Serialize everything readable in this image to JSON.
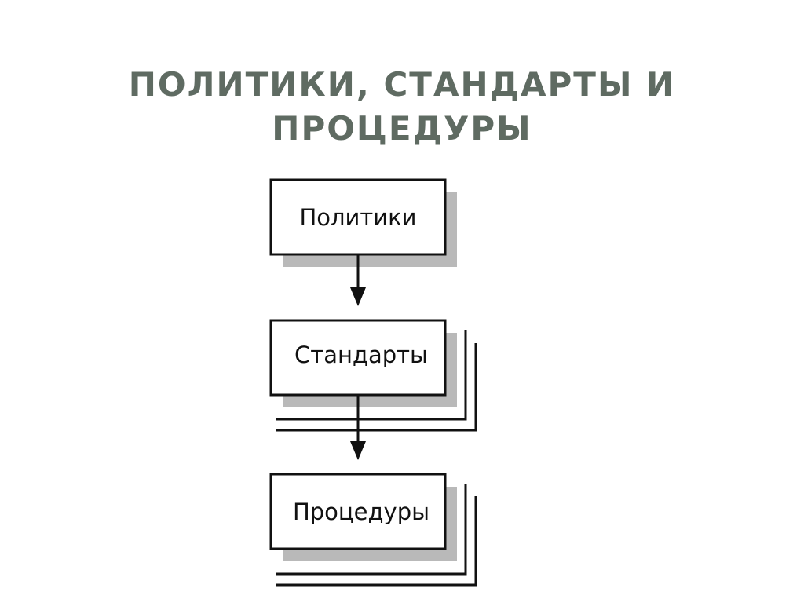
{
  "title": {
    "line1": "ПОЛИТИКИ, СТАНДАРТЫ И",
    "line2": "ПРОЦЕДУРЫ"
  },
  "diagram": {
    "nodes": [
      {
        "label": "Политики",
        "stacked": false
      },
      {
        "label": "Стандарты",
        "stacked": true
      },
      {
        "label": "Процедуры",
        "stacked": true
      }
    ],
    "edges": [
      {
        "from": "Политики",
        "to": "Стандарты"
      },
      {
        "from": "Стандарты",
        "to": "Процедуры"
      }
    ]
  },
  "colors": {
    "title": "#5f6b62",
    "box_border": "#111111",
    "shadow": "#b9b9b9",
    "arrow": "#111111"
  }
}
